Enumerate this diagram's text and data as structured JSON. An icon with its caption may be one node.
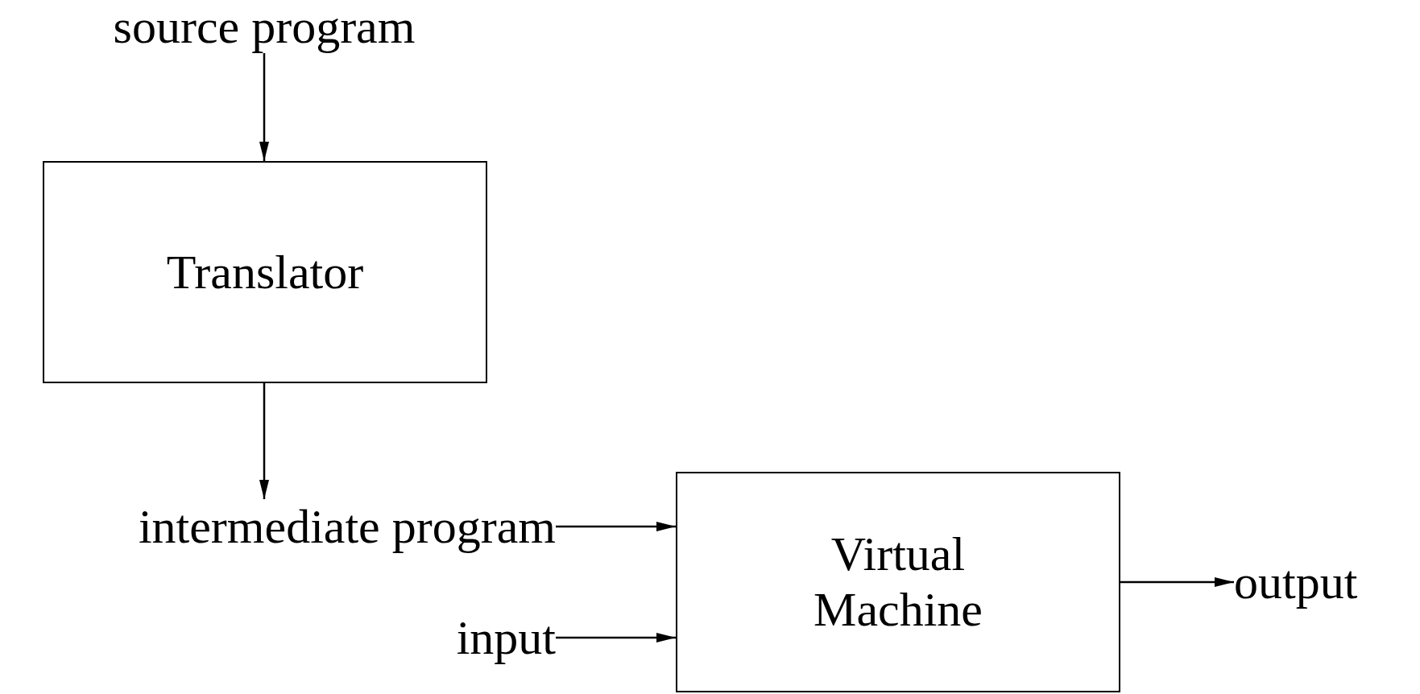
{
  "diagram": {
    "nodes": [
      {
        "text": [
          "source program"
        ]
      },
      {
        "text": [
          "Translator"
        ]
      },
      {
        "text": [
          "intermediate program"
        ]
      },
      {
        "text": [
          "Virtual Machine"
        ]
      },
      {
        "text": [
          "input"
        ]
      },
      {
        "text": [
          "output"
        ]
      }
    ],
    "edges": [
      {
        "from": 0,
        "to": 1,
        "arrow": "to"
      },
      {
        "from": 1,
        "to": 2,
        "arrow": "to"
      },
      {
        "from": 2,
        "to": 3,
        "arrow": "to"
      },
      {
        "from": 4,
        "to": 3,
        "arrow": "to"
      },
      {
        "from": 3,
        "to": 5,
        "arrow": "to"
      }
    ]
  }
}
